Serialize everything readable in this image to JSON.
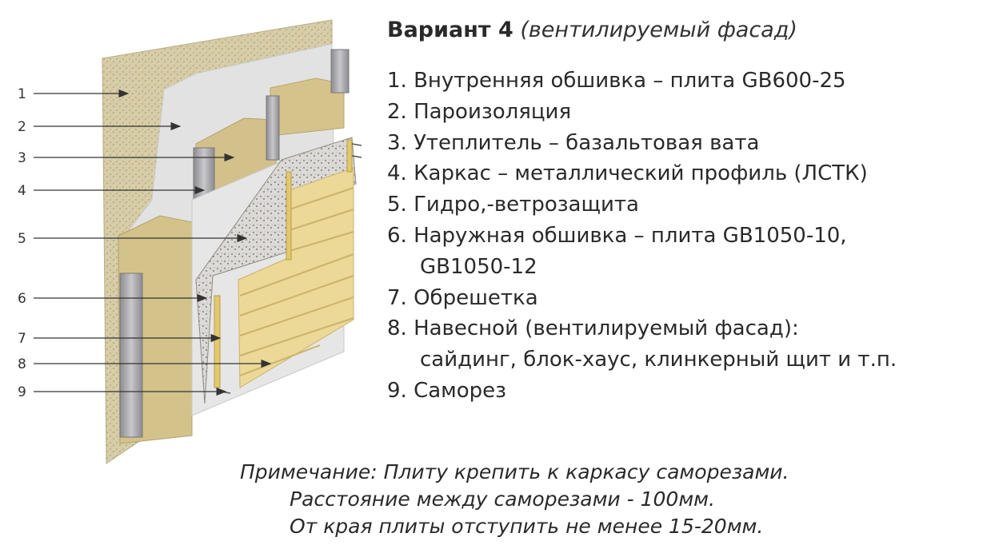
{
  "title": {
    "bold": "Вариант 4",
    "italic": "(вентилируемый фасад)"
  },
  "callouts": [
    "1",
    "2",
    "3",
    "4",
    "5",
    "6",
    "7",
    "8",
    "9"
  ],
  "legend": [
    {
      "text": "1. Внутренняя обшивка – плита GB600-25"
    },
    {
      "text": "2. Пароизоляция"
    },
    {
      "text": "3. Утеплитель – базальтовая вата"
    },
    {
      "text": "4. Каркас – металлический профиль (ЛСТК)"
    },
    {
      "text": "5. Гидро,-ветрозащита"
    },
    {
      "text": "6. Наружная обшивка – плита GB1050-10,",
      "cont": "GB1050-12"
    },
    {
      "text": "7. Обрешетка"
    },
    {
      "text": "8. Навесной (вентилируемый фасад):",
      "cont": "сайдинг, блок-хаус, клинкерный щит и  т.п."
    },
    {
      "text": "9. Саморез"
    }
  ],
  "note": {
    "label": "Примечание:",
    "line1": " Плиту крепить к каркасу саморезами.",
    "line2": "Расстояние между саморезами - 100мм.",
    "line3": "От края плиты отступить не менее 15-20мм."
  },
  "colors": {
    "board": "#d8ceaa",
    "membrane": "#e4e4e4",
    "wool": "#d3c48d",
    "steel": "#a8a8ac",
    "siding": "#ecd897",
    "arrow": "#333333"
  }
}
